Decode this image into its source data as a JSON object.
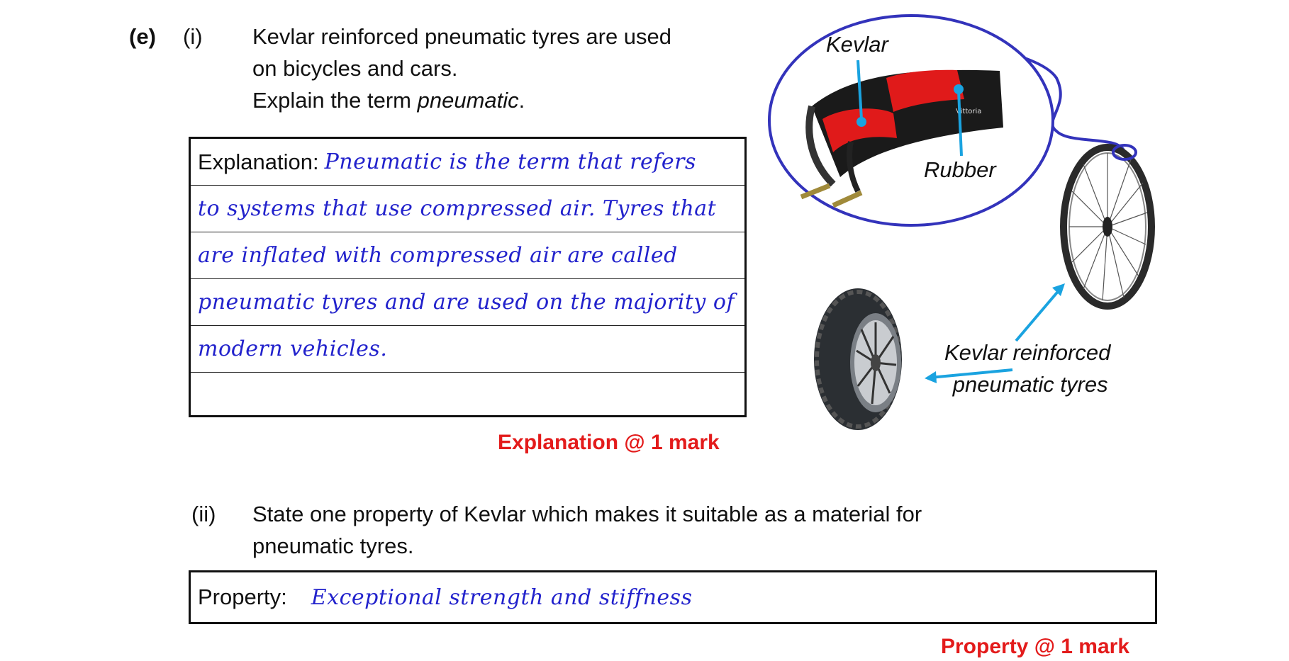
{
  "part_e": {
    "label": "(e)",
    "sub_i": "(i)",
    "line1": "Kevlar reinforced pneumatic tyres are used",
    "line2": "on bicycles and cars.",
    "line3_pre": "Explain the term ",
    "line3_term": "pneumatic",
    "line3_post": "."
  },
  "explanation": {
    "label": "Explanation:",
    "lines": [
      "Pneumatic is the term that refers",
      "to systems that use compressed air. Tyres that",
      "are inflated with compressed air are called",
      "pneumatic tyres and are used on the majority of",
      "modern vehicles.",
      ""
    ],
    "mark": "Explanation @ 1 mark"
  },
  "figure": {
    "kevlar_label": "Kevlar",
    "rubber_label": "Rubber",
    "caption_line1": "Kevlar reinforced",
    "caption_line2": "pneumatic tyres",
    "colors": {
      "outline": "#3333bb",
      "arrow": "#1aa3e0",
      "kevlar": "#e01a1a"
    }
  },
  "part_ii": {
    "sub_ii": "(ii)",
    "line1": "State one property of Kevlar which makes it suitable as a material for",
    "line2": "pneumatic tyres."
  },
  "property": {
    "label": "Property:",
    "answer": "Exceptional strength and stiffness",
    "mark": "Property @ 1 mark"
  }
}
